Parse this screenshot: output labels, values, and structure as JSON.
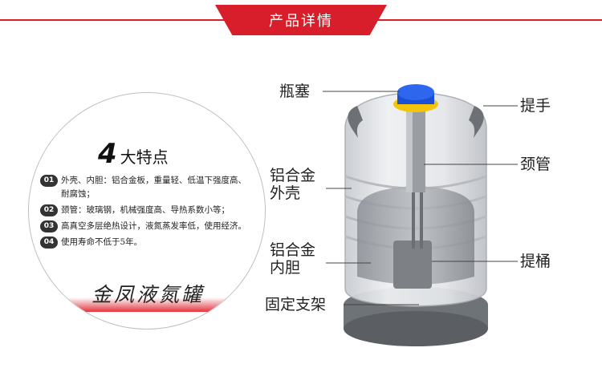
{
  "header": {
    "title": "产品详情"
  },
  "features": {
    "number": "4",
    "word": "大特点",
    "items": [
      {
        "badge": "01",
        "text": "外壳、内胆：铝合金板，重量轻、低温下强度高、耐腐蚀；"
      },
      {
        "badge": "02",
        "text": "颈管：玻璃钢，机械强度高、导热系数小等；"
      },
      {
        "badge": "03",
        "text": "高真空多层绝热设计，液氮蒸发率低，使用经济。"
      },
      {
        "badge": "04",
        "text": "使用寿命不低于5年。"
      }
    ],
    "brand": "金凤液氮罐"
  },
  "labels": {
    "stopper": "瓶塞",
    "handle": "提手",
    "neck": "颈管",
    "shell": [
      "铝合金",
      "外壳"
    ],
    "liner": [
      "铝合金",
      "内胆"
    ],
    "bucket": "提桶",
    "bracket": "固定支架"
  },
  "colors": {
    "accent": "#d81e2a",
    "cap": "#1a4fd6",
    "cap_ring": "#f2c40c"
  }
}
